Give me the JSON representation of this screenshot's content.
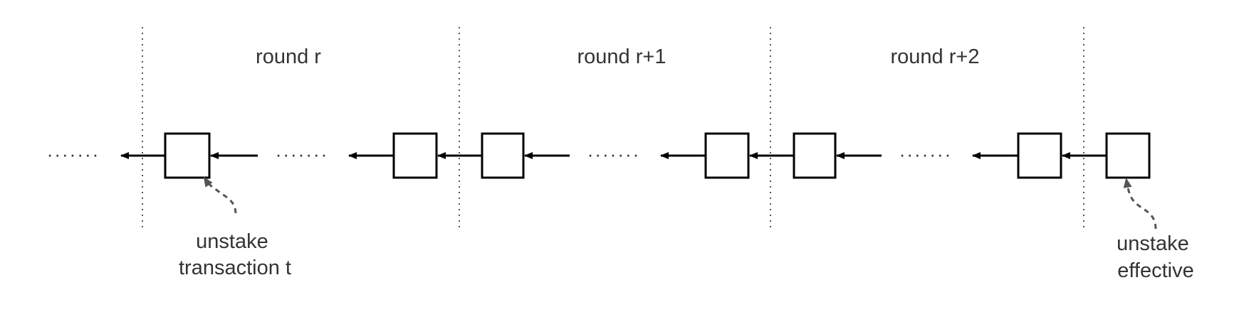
{
  "rounds": [
    {
      "label": "round r"
    },
    {
      "label": "round r+1"
    },
    {
      "label": "round r+2"
    }
  ],
  "ellipsis": "·······",
  "annotations": {
    "unstake_transaction": {
      "line1": "unstake",
      "line2": "transaction t"
    },
    "unstake_effective": {
      "line1": "unstake",
      "line2": "effective"
    }
  },
  "colors": {
    "text": "#333333",
    "block_stroke": "#000000",
    "divider": "#555555",
    "annotation_arrow": "#555555"
  }
}
